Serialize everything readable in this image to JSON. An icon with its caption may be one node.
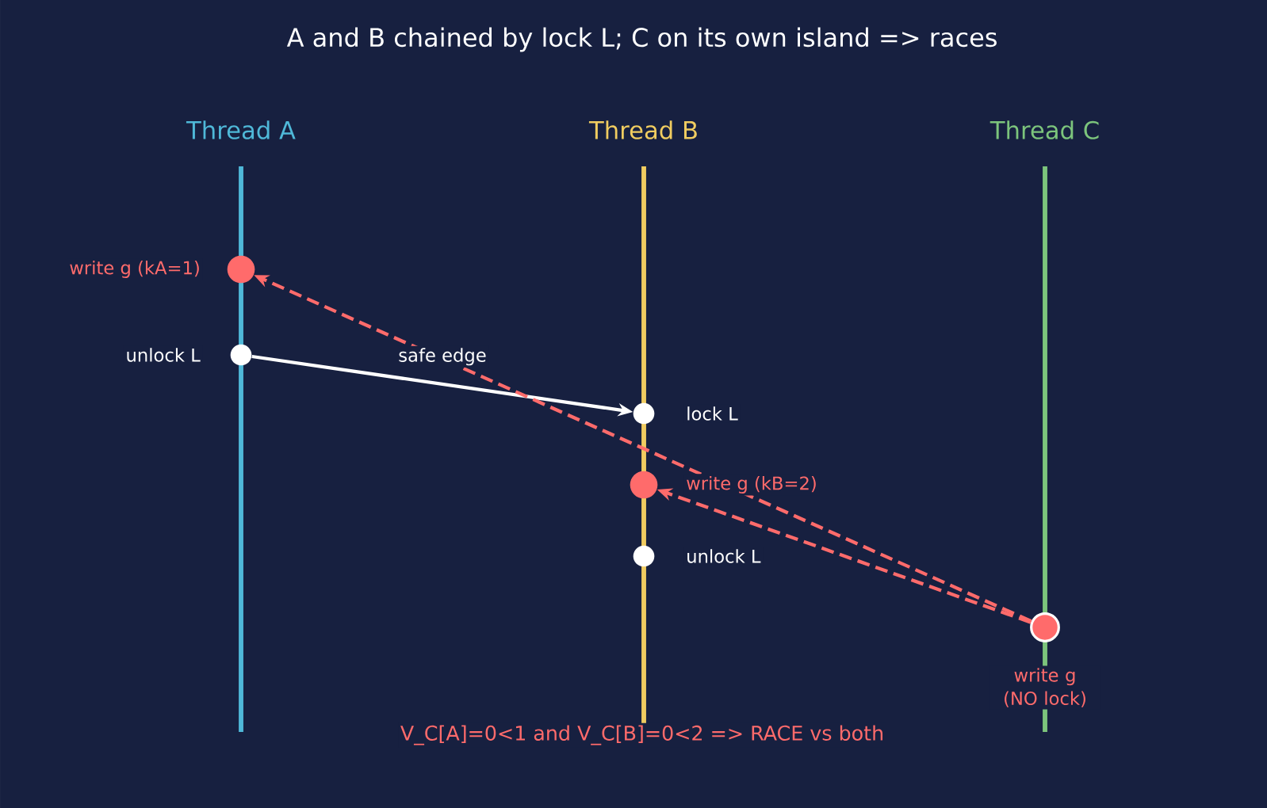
{
  "diagram": {
    "title": "A and B chained by lock L; C on its own island => races",
    "nodes": [
      {
        "text": [],
        "shape": "circle",
        "beside": [
          "write g (kA=1)"
        ]
      },
      {
        "text": [],
        "shape": "circle",
        "beside": [
          "unlock L"
        ]
      },
      {
        "text": [],
        "shape": "circle",
        "beside": [
          "lock L"
        ]
      },
      {
        "text": [],
        "shape": "circle",
        "beside": [
          "write g (kB=2)"
        ]
      },
      {
        "text": [],
        "shape": "circle",
        "beside": [
          "unlock L"
        ]
      },
      {
        "text": [],
        "shape": "circle",
        "beside": [
          "write g (NO lock)"
        ]
      }
    ],
    "edges": [
      {
        "from": 1,
        "to": 2,
        "arrow": "to",
        "label": "safe edge",
        "color": "#ffffff"
      },
      {
        "from": 5,
        "to": 0,
        "arrow": "to",
        "style": "dashed",
        "color": "#ff6b6b"
      },
      {
        "from": 5,
        "to": 3,
        "arrow": "to",
        "style": "dashed",
        "color": "#ff6b6b"
      }
    ],
    "labels": [
      "Thread A",
      "Thread B",
      "Thread C",
      "V_C[A]=0<1 and V_C[B]=0<2  => RACE vs both"
    ]
  }
}
